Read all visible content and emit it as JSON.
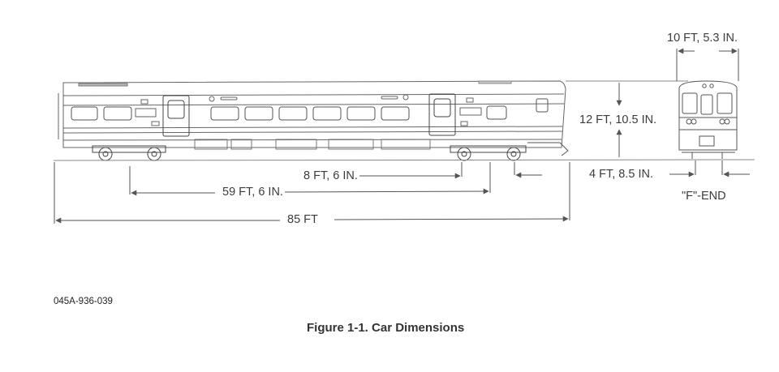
{
  "figure": {
    "caption": "Figure 1-1. Car Dimensions",
    "document_number": "045A-936-039"
  },
  "side_view": {
    "dimensions": {
      "overall_length": "85 FT",
      "truck_centers": "59 FT, 6 IN.",
      "truck_wheelbase": "8 FT, 6 IN."
    }
  },
  "end_view": {
    "label": "\"F\"-END",
    "dimensions": {
      "width": "10 FT, 5.3 IN.",
      "height": "12 FT, 10.5 IN.",
      "track_gauge": "4 FT, 8.5 IN."
    }
  },
  "colors": {
    "line": "#555555",
    "text": "#3c3c3c",
    "background": "#ffffff"
  }
}
